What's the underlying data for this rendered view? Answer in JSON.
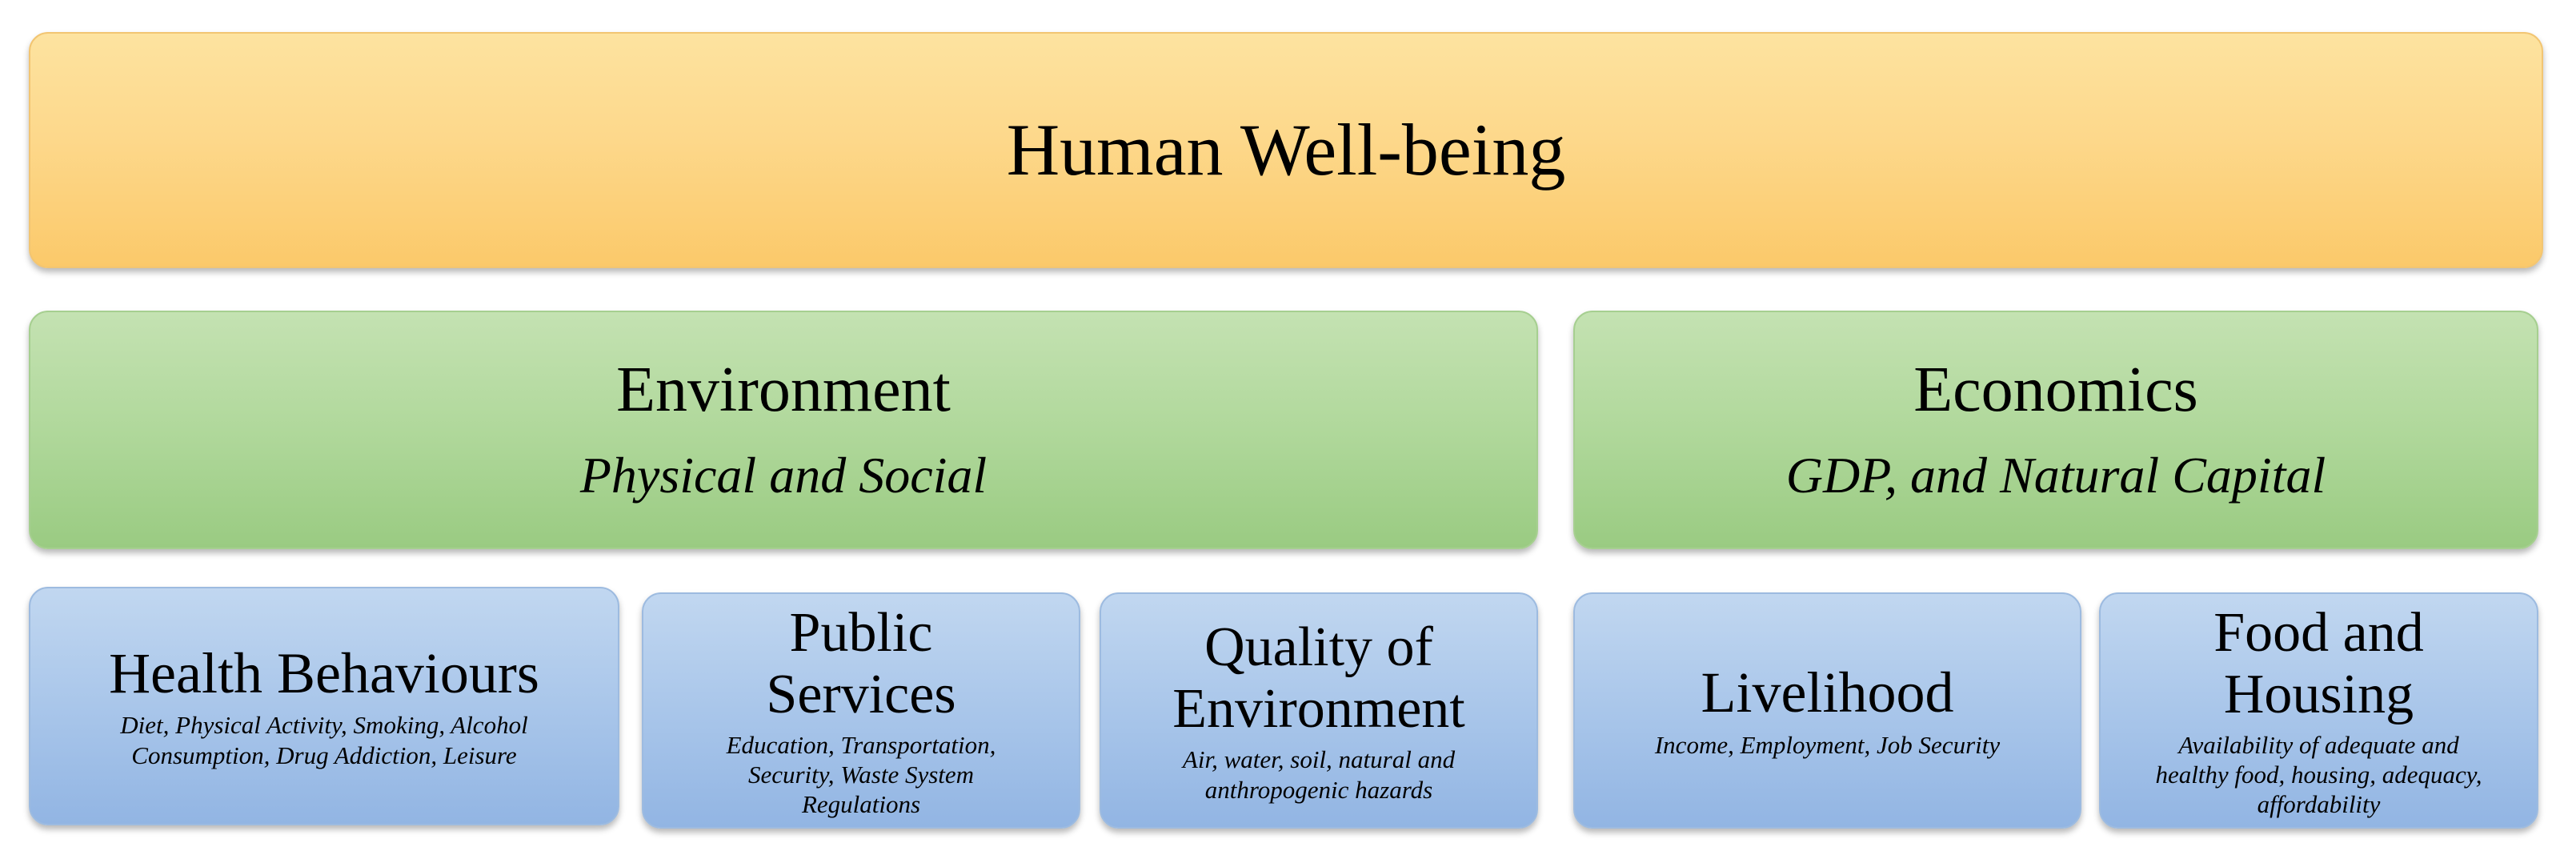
{
  "top": {
    "title": "Human Well-being"
  },
  "middle": [
    {
      "title": "Environment",
      "subtitle": "Physical and Social"
    },
    {
      "title": "Economics",
      "subtitle": "GDP, and Natural Capital"
    }
  ],
  "bottom": [
    {
      "title_lines": [
        "Health Behaviours"
      ],
      "detail_lines": [
        "Diet, Physical Activity, Smoking, Alcohol",
        "Consumption, Drug Addiction, Leisure"
      ]
    },
    {
      "title_lines": [
        "Public",
        "Services"
      ],
      "detail_lines": [
        "Education, Transportation,",
        "Security, Waste System",
        "Regulations"
      ]
    },
    {
      "title_lines": [
        "Quality of",
        "Environment"
      ],
      "detail_lines": [
        "Air, water, soil, natural and",
        "anthropogenic hazards"
      ]
    },
    {
      "title_lines": [
        "Livelihood"
      ],
      "detail_lines": [
        "Income, Employment, Job Security"
      ]
    },
    {
      "title_lines": [
        "Food and",
        "Housing"
      ],
      "detail_lines": [
        "Availability of adequate and",
        "healthy food, housing, adequacy,",
        "affordability"
      ]
    }
  ],
  "colors": {
    "top_fill": "#fdd88b",
    "middle_fill": "#b0d89b",
    "bottom_fill": "#a9c6ea"
  }
}
